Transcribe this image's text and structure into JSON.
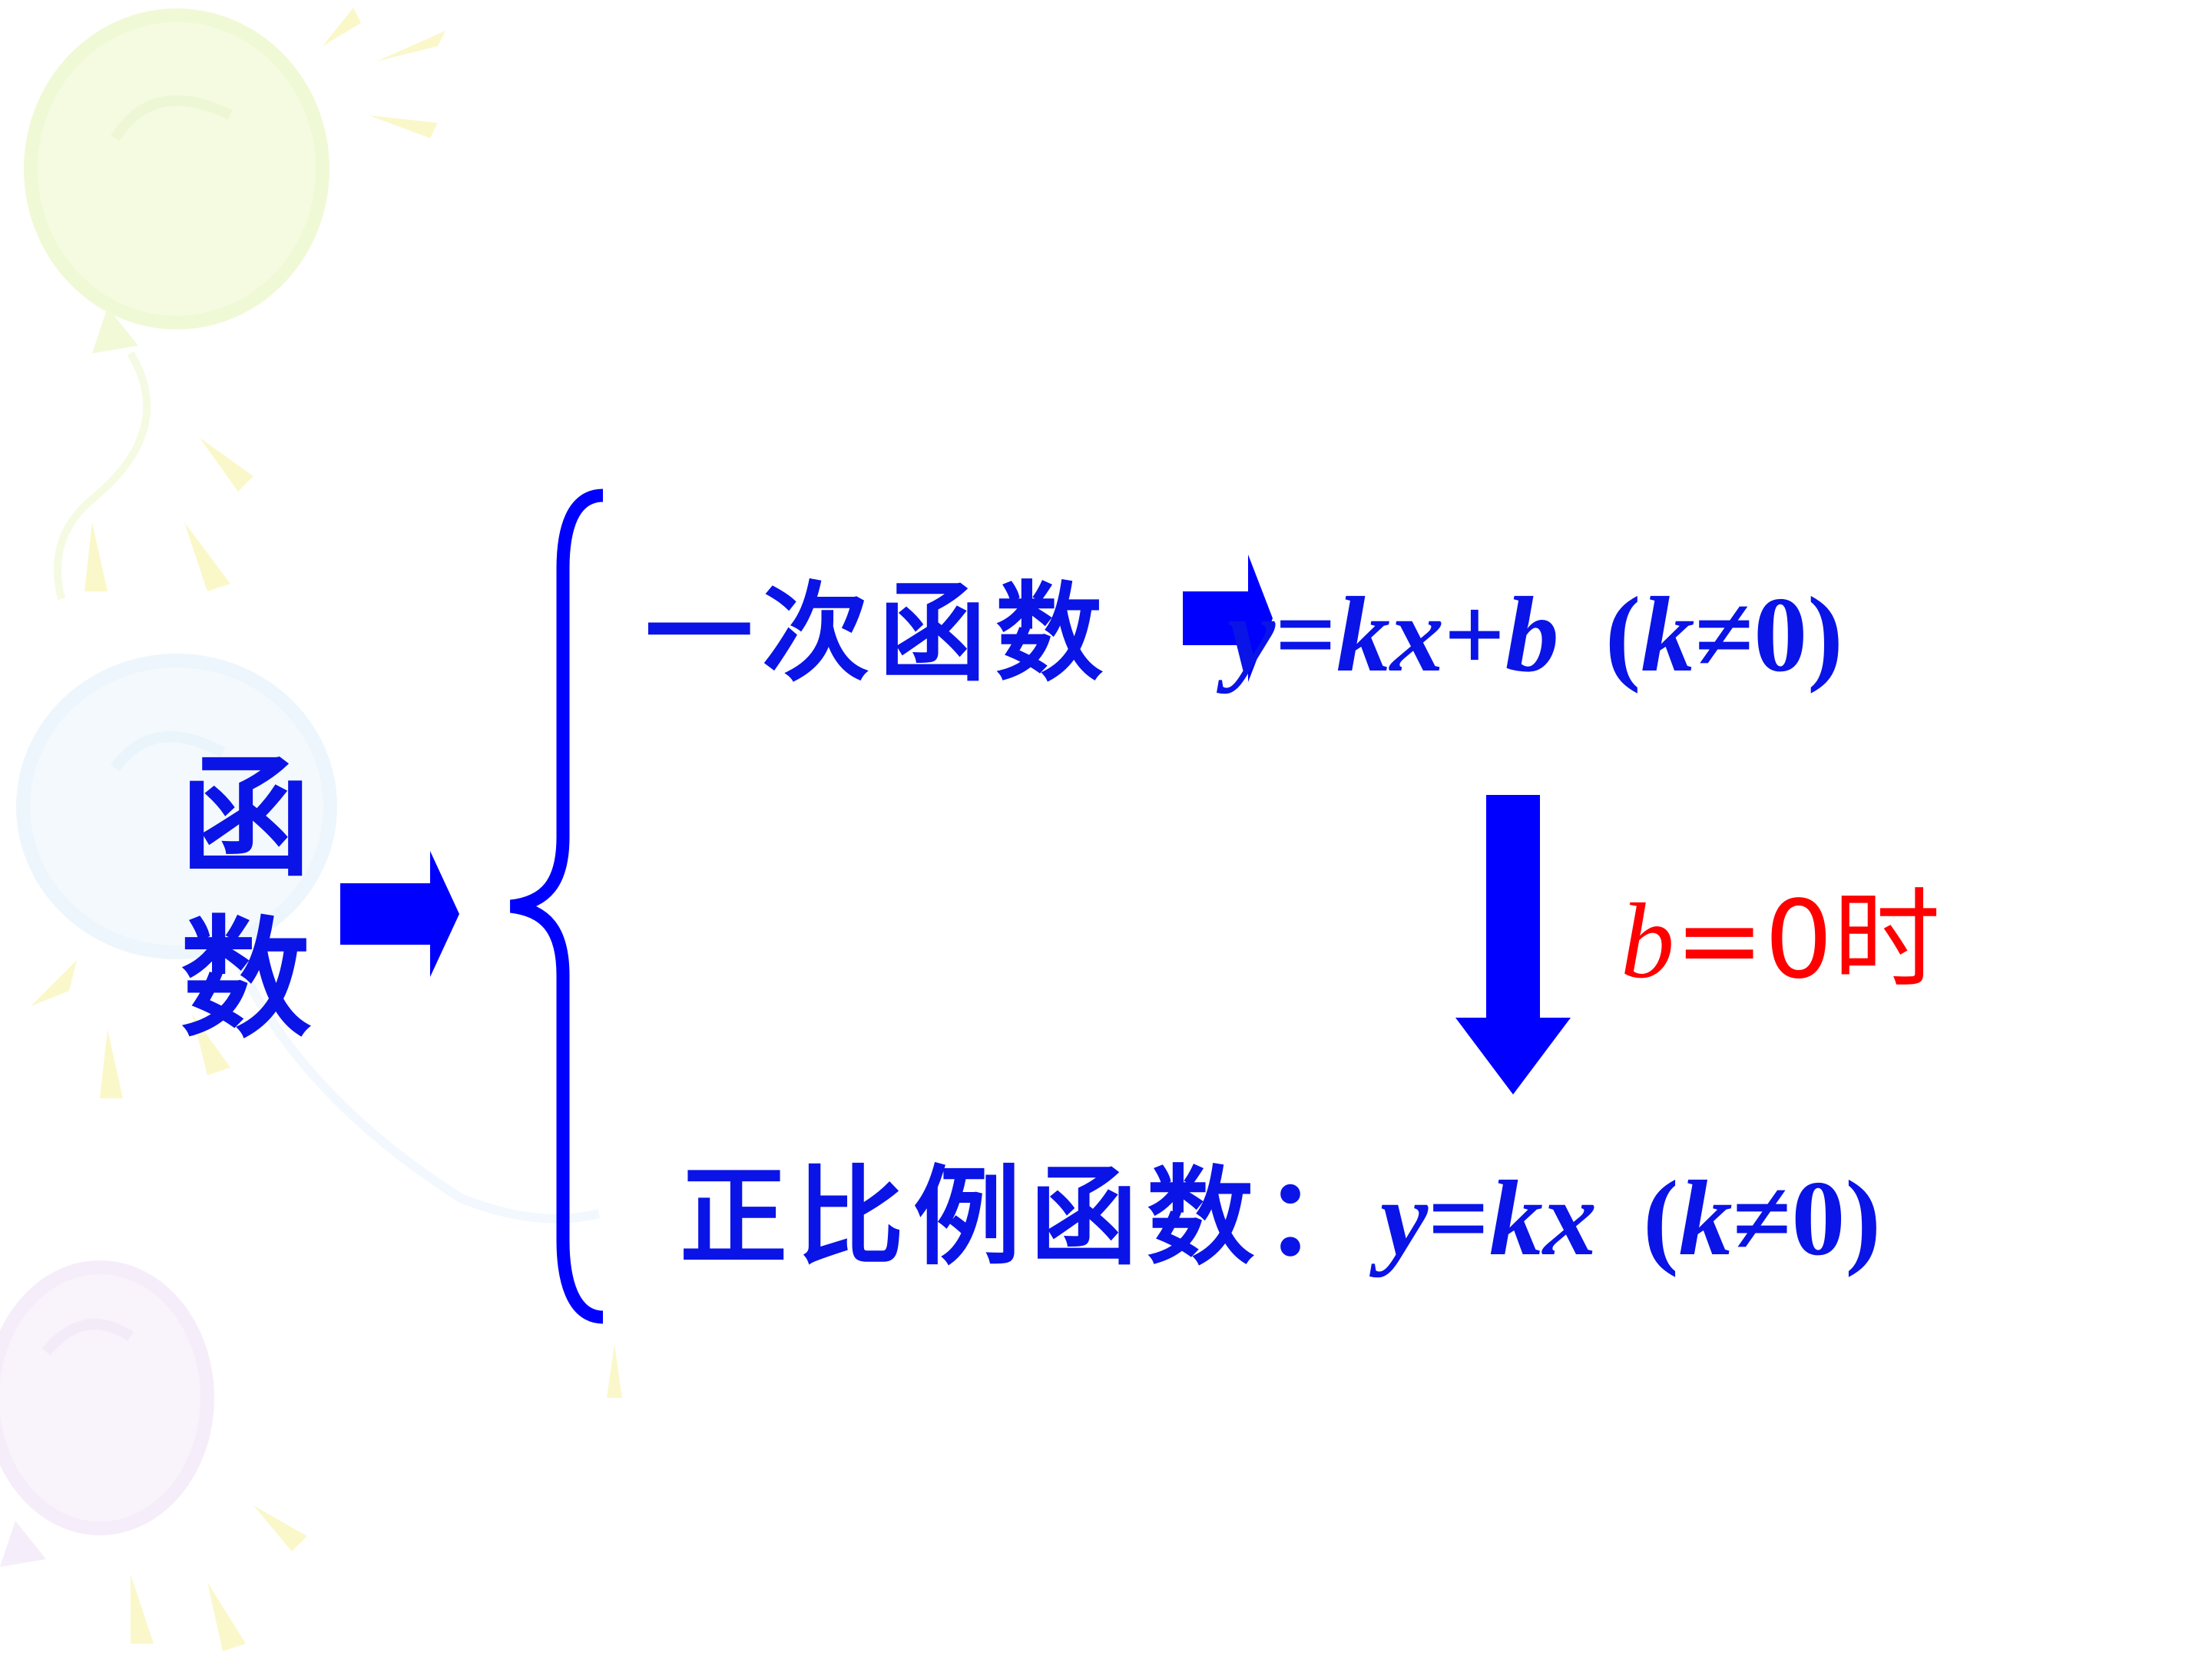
{
  "colors": {
    "text_blue": "#0a14e6",
    "condition_red": "#ff0000",
    "arrow_blue": "#0000ff",
    "brace_blue": "#0000ff"
  },
  "root": {
    "label_chars": [
      "函",
      "数"
    ]
  },
  "linear": {
    "label": "一次函数",
    "formula_y": "y",
    "formula_eq": "=",
    "formula_kx": "kx",
    "formula_plus": "+",
    "formula_b": "b",
    "cond_open": "(",
    "cond_k": "k",
    "cond_rest": "≠0)"
  },
  "condition": {
    "var": "b",
    "rest": "=0时"
  },
  "proportional": {
    "label": "正比例函数：",
    "formula_y": "y",
    "formula_eq": "=",
    "formula_kx": "kx",
    "cond_open": "(",
    "cond_k": "k",
    "cond_rest": "≠0)"
  },
  "icons": {
    "arrow_root": "right-arrow-icon",
    "arrow_linear": "right-arrow-icon",
    "arrow_down": "down-arrow-icon",
    "brace": "left-curly-brace",
    "background": "balloon-decorations"
  }
}
